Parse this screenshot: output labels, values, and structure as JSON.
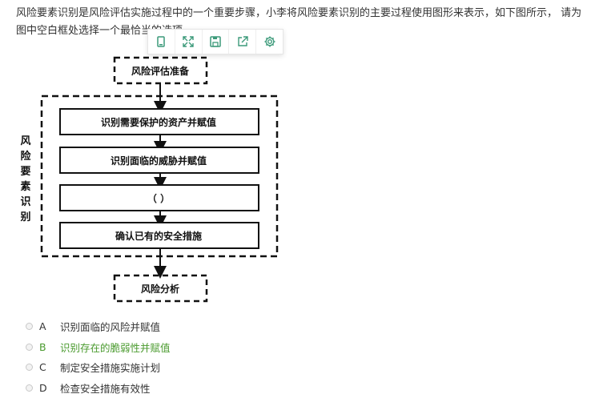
{
  "question": {
    "text": "风险要素识别是风险评估实施过程中的一个重要步骤，小李将风险要素识别的主要过程使用图形来表示，如下图所示， 请为图中空白框处选择一个最恰当的选项。"
  },
  "toolbar": {
    "buttons": [
      {
        "icon": "copy-icon"
      },
      {
        "icon": "expand-icon"
      },
      {
        "icon": "save-icon"
      },
      {
        "icon": "share-icon"
      },
      {
        "icon": "gear-icon"
      }
    ],
    "accent_color": "#3c9a7a"
  },
  "diagram": {
    "prepare": "风险评估准备",
    "side_label": [
      "风",
      "险",
      "要",
      "素",
      "识",
      "别"
    ],
    "steps": [
      "识别需要保护的资产并赋值",
      "识别面临的威胁并赋值",
      "（   ）",
      "确认已有的安全措施"
    ],
    "analysis": "风险分析"
  },
  "options": [
    {
      "letter": "A",
      "text": "识别面临的风险并赋值",
      "correct": false
    },
    {
      "letter": "B",
      "text": "识别存在的脆弱性并赋值",
      "correct": true
    },
    {
      "letter": "C",
      "text": "制定安全措施实施计划",
      "correct": false
    },
    {
      "letter": "D",
      "text": "检查安全措施有效性",
      "correct": false
    }
  ],
  "colors": {
    "correct": "#4a9a2e",
    "text": "#333333"
  }
}
